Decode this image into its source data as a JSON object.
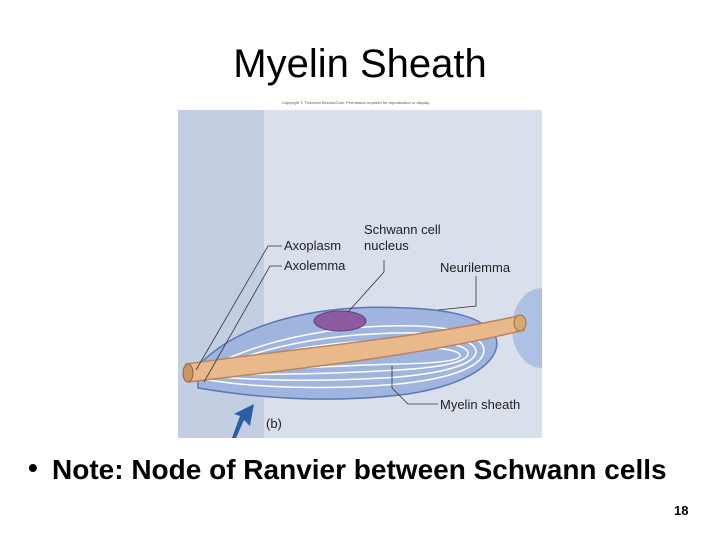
{
  "slide": {
    "title": "Myelin Sheath",
    "bullet_text": "Note: Node of Ranvier between Schwann cells",
    "slide_number": "18"
  },
  "figure": {
    "copyright": "Copyright © Thomson Brooks/Cole. Permission required for reproduction or display.",
    "panel_label": "(b)",
    "labels": {
      "axoplasm": "Axoplasm",
      "axolemma": "Axolemma",
      "schwann_line1": "Schwann cell",
      "schwann_line2": "nucleus",
      "neurilemma": "Neurilemma",
      "myelin_sheath": "Myelin sheath"
    }
  },
  "colors": {
    "background_panel": "#c9d3e4",
    "axon": "#e9b98b",
    "nucleus": "#8c5a9e",
    "sheath": "#8ea8d6",
    "arrow": "#2a5fa8"
  }
}
